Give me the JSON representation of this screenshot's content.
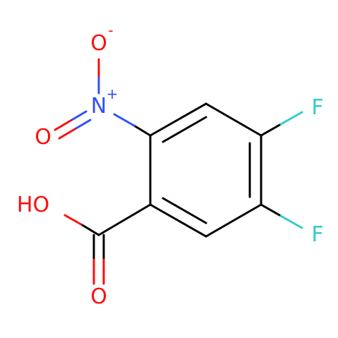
{
  "molecule": {
    "atoms": {
      "o_minus": {
        "label": "O",
        "charge": "-",
        "color": "#ff0d0d"
      },
      "n_plus": {
        "label": "N",
        "charge": "+",
        "color": "#3050f8"
      },
      "o_nitro": {
        "label": "O",
        "color": "#ff0d0d"
      },
      "f_top": {
        "label": "F",
        "color": "#33cccc"
      },
      "f_bottom": {
        "label": "F",
        "color": "#33cccc"
      },
      "oh": {
        "label": "HO",
        "color": "#ff0d0d"
      },
      "o_carbonyl": {
        "label": "O",
        "color": "#ff0d0d"
      }
    },
    "bond_color": "#000000"
  }
}
